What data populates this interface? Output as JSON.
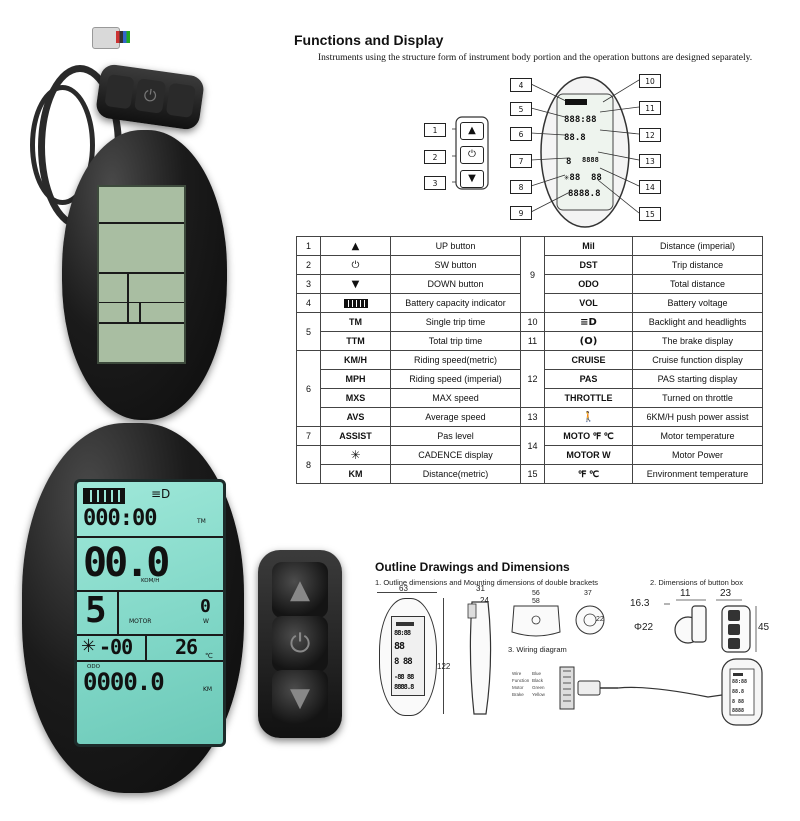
{
  "headings": {
    "functions": "Functions and Display",
    "outline": "Outline Drawings and Dimensions"
  },
  "intro": "Instruments using the structure form of instrument body portion and the operation buttons are designed separately.",
  "diagram": {
    "callouts_left": [
      "4",
      "5",
      "6",
      "7",
      "8",
      "9"
    ],
    "callouts_right": [
      "10",
      "11",
      "12",
      "13",
      "14",
      "15"
    ],
    "buttons": [
      "1",
      "2",
      "3"
    ]
  },
  "table_left": [
    {
      "no": "1",
      "code": "",
      "icon": "up-button-icon",
      "desc": "UP button"
    },
    {
      "no": "2",
      "code": "",
      "icon": "power-button-icon",
      "desc": "SW button"
    },
    {
      "no": "3",
      "code": "",
      "icon": "down-button-icon",
      "desc": "DOWN button"
    },
    {
      "no": "4",
      "code": "",
      "icon": "battery-icon",
      "desc": "Battery capacity indicator"
    },
    {
      "no": "5",
      "code": "TM",
      "desc": "Single trip time"
    },
    {
      "no": "",
      "code": "TTM",
      "desc": "Total trip time"
    },
    {
      "no": "6",
      "code": "KM/H",
      "desc": "Riding speed(metric)"
    },
    {
      "no": "",
      "code": "MPH",
      "desc": "Riding speed (imperial)"
    },
    {
      "no": "",
      "code": "MXS",
      "desc": "MAX speed"
    },
    {
      "no": "",
      "code": "AVS",
      "desc": "Average speed"
    },
    {
      "no": "7",
      "code": "ASSIST",
      "desc": "Pas level"
    },
    {
      "no": "8",
      "code": "",
      "icon": "cadence-icon",
      "desc": "CADENCE display"
    },
    {
      "no": "",
      "code": "KM",
      "desc": "Distance(metric)"
    }
  ],
  "table_right": [
    {
      "no": "9",
      "code": "Mil",
      "desc": "Distance (imperial)"
    },
    {
      "no": "",
      "code": "DST",
      "desc": "Trip distance"
    },
    {
      "no": "",
      "code": "ODO",
      "desc": "Total distance"
    },
    {
      "no": "",
      "code": "VOL",
      "desc": "Battery voltage"
    },
    {
      "no": "10",
      "code": "",
      "icon": "headlight-icon",
      "desc": "Backlight and headlights"
    },
    {
      "no": "11",
      "code": "",
      "icon": "brake-icon",
      "desc": "The brake display"
    },
    {
      "no": "12",
      "code": "CRUISE",
      "desc": "Cruise function display"
    },
    {
      "no": "",
      "code": "PAS",
      "desc": "PAS starting display"
    },
    {
      "no": "",
      "code": "THROTTLE",
      "desc": "Turned on throttle"
    },
    {
      "no": "13",
      "code": "",
      "icon": "walk-assist-icon",
      "desc": "6KM/H push power assist"
    },
    {
      "no": "14",
      "code": "MOTO ℉ ℃",
      "desc": "Motor temperature"
    },
    {
      "no": "",
      "code": "MOTOR W",
      "desc": "Motor Power"
    },
    {
      "no": "15",
      "code": "℉ ℃",
      "desc": "Environment temperature"
    }
  ],
  "outline": {
    "sub1": "1. Outline dimensions and Mounting dimensions of double brackets",
    "sub2": "2. Dimensions of button box",
    "sub3": "3. Wiring diagram",
    "dims": {
      "w": "63",
      "d1": "31",
      "d2": "24",
      "h": "122",
      "b1": "16.3",
      "b2": "11",
      "b3": "23",
      "b4": "Φ22",
      "b5": "45",
      "m1": "56",
      "m2": "58",
      "m3": "37",
      "m4": "22"
    }
  },
  "big_display": {
    "time": "000:00",
    "time_unit": "TM",
    "speed": "00.0",
    "speed_unit": "KOM/H",
    "assist": "5",
    "motor_val": "0",
    "motor_label": "MOTOR",
    "motor_unit": "W",
    "cadence": "-00",
    "temp": "26",
    "temp_unit": "℃",
    "odo_label": "ODO",
    "odo": "0000.0",
    "odo_unit": "KM"
  },
  "colors": {
    "lcd_big": "#8fe0cf",
    "lcd_top": "#a9bea2",
    "body": "#151515"
  }
}
